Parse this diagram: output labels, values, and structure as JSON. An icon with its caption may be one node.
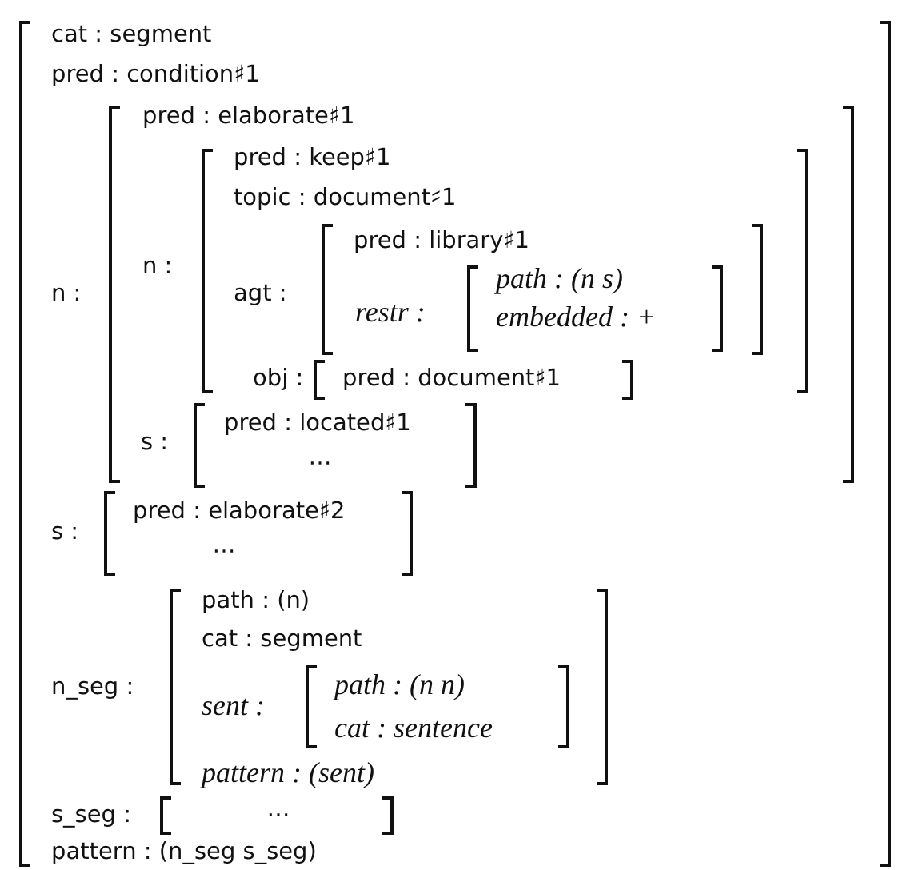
{
  "diagram": {
    "nodes": [
      {
        "text": [
          "cat : segment",
          "pred : condition♯1",
          "pattern : (n_seg s_seg)"
        ]
      },
      {
        "text": [
          "pred : elaborate♯1"
        ],
        "beside": [
          "n :"
        ],
        "in": 0
      },
      {
        "text": [
          "pred : keep♯1",
          "topic : document♯1"
        ],
        "beside": [
          "n :"
        ],
        "in": 1
      },
      {
        "text": [
          "pred : library♯1"
        ],
        "beside": [
          "agt :"
        ],
        "in": 2
      },
      {
        "text": [
          "path : (n s)",
          "embedded : +"
        ],
        "beside": [
          "restr :"
        ],
        "in": 3
      },
      {
        "text": [
          "pred : document♯1"
        ],
        "beside": [
          "obj :"
        ],
        "in": 2
      },
      {
        "text": [
          "pred : located♯1",
          "⋯"
        ],
        "beside": [
          "s :"
        ],
        "in": 1
      },
      {
        "text": [
          "pred : elaborate♯2",
          "⋯"
        ],
        "beside": [
          "s :"
        ],
        "in": 0
      },
      {
        "text": [
          "path : (n)",
          "cat : segment",
          "pattern : (sent)"
        ],
        "beside": [
          "n_seg :"
        ],
        "in": 0
      },
      {
        "text": [
          "path : (n n)",
          "cat : sentence"
        ],
        "beside": [
          "sent :"
        ],
        "in": 8
      },
      {
        "text": [
          "⋯"
        ],
        "beside": [
          "s_seg :"
        ],
        "in": 0
      }
    ]
  }
}
